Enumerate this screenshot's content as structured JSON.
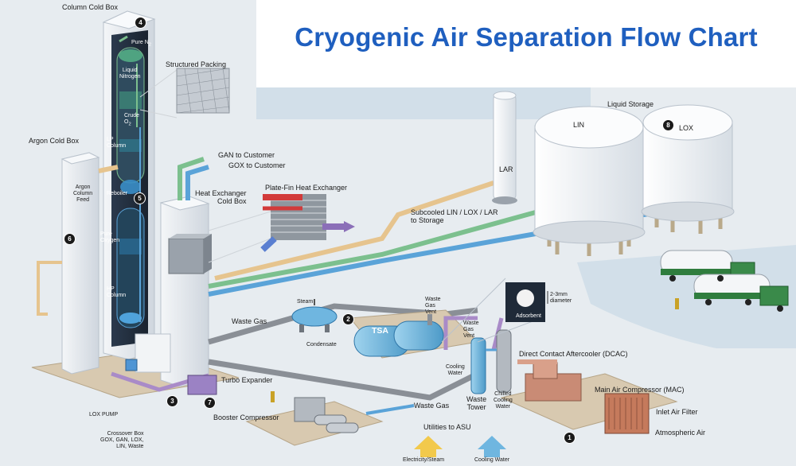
{
  "title": "Cryogenic Air Separation Flow Chart",
  "labels": {
    "column_cold_box": "Column Cold Box",
    "structured_packing": "Structured Packing",
    "pure_n2": "Pure N",
    "pure_n2_sub": "2",
    "liquid_nitrogen": "Liquid\nNitrogen",
    "crude_o2": "Crude\nO",
    "crude_o2_sub": "2",
    "lp_column": "LP\nColumn",
    "reboiler": "Reboiler",
    "pure_oxygen": "Pure\nOxygen",
    "hp_column": "HP\nColumn",
    "argon_cold_box": "Argon Cold Box",
    "argon_column_feed": "Argon\nColumn\nFeed",
    "gan_to_customer": "GAN to Customer",
    "gox_to_customer": "GOX to Customer",
    "heat_exchanger_cold_box": "Heat Exchanger\nCold Box",
    "plate_fin_heat_exchanger": "Plate-Fin Heat Exchanger",
    "lar": "LAR",
    "liquid_storage": "Liquid Storage",
    "lin": "LIN",
    "lox": "LOX",
    "subcooled": "Subcooled LIN / LOX / LAR\nto Storage",
    "waste_gas_top": "Waste Gas",
    "steam": "Steam",
    "condensate": "Condensate",
    "tsa": "TSA",
    "waste_gas_vent_1": "Waste\nGas\nVent",
    "waste_gas_vent_2": "Waste\nGas\nVent",
    "adsorbent": "Adsorbent",
    "diameter": "2-3mm\ndiameter",
    "cooling_water": "Cooling\nWater",
    "chilled_cooling_water": "Chilled\nCooling\nWater",
    "waste_tower": "Waste\nTower",
    "dcac": "Direct Contact Aftercooler (DCAC)",
    "mac": "Main Air Compressor (MAC)",
    "inlet_air_filter": "Inlet Air Filter",
    "atmospheric_air": "Atmospheric Air",
    "turbo_expander": "Turbo Expander",
    "waste_gas_bottom": "Waste Gas",
    "booster_compressor": "Booster Compressor",
    "utilities_to_asu": "Utilities to ASU",
    "electricity_steam": "Electricity/Steam",
    "cooling_water_util": "Cooling Water",
    "lox_pump": "LOX PUMP",
    "crossover_box": "Crossover Box\nGOX, GAN, LOX,\nLIN, Waste"
  },
  "badges": {
    "b1": "1",
    "b2": "2",
    "b3": "3",
    "b4": "4",
    "b5": "5",
    "b6": "6",
    "b7": "7",
    "b8": "8"
  },
  "colors": {
    "title": "#1f5fbf",
    "nitrogen_green": "#7cc08e",
    "oxygen_blue": "#5aa3d8",
    "argon_tan": "#e6c48e",
    "waste_gray": "#8a8f96",
    "air_pink": "#d9a08a",
    "purple_pipe": "#a98bc8",
    "column_dark": "#1f2a38",
    "water": "#cfdde8"
  }
}
